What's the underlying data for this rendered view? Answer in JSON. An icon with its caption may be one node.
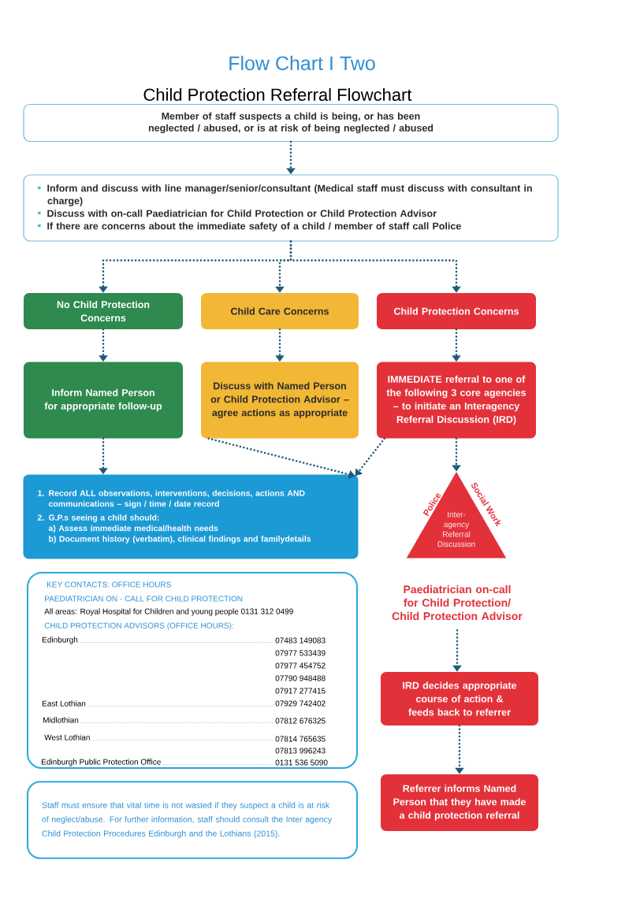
{
  "diagram": {
    "title": "Flow Chart I Two",
    "nodes": [
      {
        "text": [
          "Member of staff suspects a child is being, or has been neglected / abused, or is at risk of being neglected / abused"
        ]
      },
      {
        "text": [
          "Inform and discuss with line manager/senior/consultant (Medical staff must discuss with consultant in charge)",
          "Discuss with on-call Paediatrician for Child Protection or Child Protection Advisor",
          "If there are concerns about the immediate safety of a child / member of staff call Police"
        ]
      },
      {
        "text": [
          "No Child Protection Concerns"
        ]
      },
      {
        "text": [
          "Child Care Concerns"
        ]
      },
      {
        "text": [
          "Child Protection Concerns"
        ]
      },
      {
        "text": [
          "Inform Named Person for appropriate follow-up"
        ]
      },
      {
        "text": [
          "Discuss with Named Person or Child Protection Advisor – agree actions as appropriate"
        ]
      },
      {
        "text": [
          "IMMEDIATE referral to one of the following 3 core agencies – to initiate an Interagency Referral Discussion (IRD)"
        ]
      },
      {
        "text": [
          "1. Record ALL observations, interventions, decisions, actions AND communications – sign / time / date record",
          "2. G.P.s seeing a child should:",
          "a) Assess immediate medical/health needs",
          "b) Document history (verbatim), clinical findings and familydetails"
        ]
      },
      {
        "text": [
          "Inter- agency Referral Discussion"
        ],
        "beside": [
          "Police",
          "Social Work"
        ]
      },
      {
        "text": [
          "Paediatrician on-call for Child Protection/ Child Protection Advisor"
        ]
      },
      {
        "text": [
          "IRD decides appropriate course of action & feeds back to referrer"
        ]
      },
      {
        "text": [
          "Referrer informs Named Person that they have made a child protection referral"
        ]
      },
      {
        "text": [
          "KEY CONTACTS: OFFICE HOURS",
          "PAEDIATRICIAN ON - CALL FOR CHILD PROTECTION",
          "All areas: Royal Hospital for Children and young people 0131 312 0499",
          "CHILD PROTECTION ADVISORS (OFFICE HOURS):",
          "Edinburgh",
          "07483 149083",
          "07977 533439",
          "07977 454752",
          "07790 948488",
          "07917 277415",
          "East Lothian",
          "07929 742402",
          "Midlothian",
          "07812 676325",
          "West Lothian",
          "07814 765635",
          "07813 996243",
          "Edinburgh Public Protection Office",
          "0131 536 5090"
        ]
      },
      {
        "text": [
          "Staff must ensure that vital time is not wasted if they suspect a child is at risk of neglect/abuse. For further information, staff should consult the Inter agency Child Protection Procedures Edinburgh and the Lothians (2015)."
        ]
      }
    ],
    "edges": [
      {
        "from": 0,
        "to": 1,
        "arrow": "to"
      },
      {
        "from": 1,
        "to": 2,
        "arrow": "to"
      },
      {
        "from": 1,
        "to": 3,
        "arrow": "to"
      },
      {
        "from": 1,
        "to": 4,
        "arrow": "to"
      },
      {
        "from": 2,
        "to": 5,
        "arrow": "to"
      },
      {
        "from": 3,
        "to": 6,
        "arrow": "to"
      },
      {
        "from": 4,
        "to": 7,
        "arrow": "to"
      },
      {
        "from": 5,
        "to": 8,
        "arrow": "to"
      },
      {
        "from": 6,
        "to": 8,
        "arrow": "to"
      },
      {
        "from": 7,
        "to": 8,
        "arrow": "to"
      },
      {
        "from": 7,
        "to": 9,
        "arrow": "to"
      },
      {
        "from": 10,
        "to": 11,
        "arrow": "to"
      },
      {
        "from": 11,
        "to": 12,
        "arrow": "to"
      }
    ],
    "labels": [
      "Child Protection Referral Flowchart"
    ]
  }
}
